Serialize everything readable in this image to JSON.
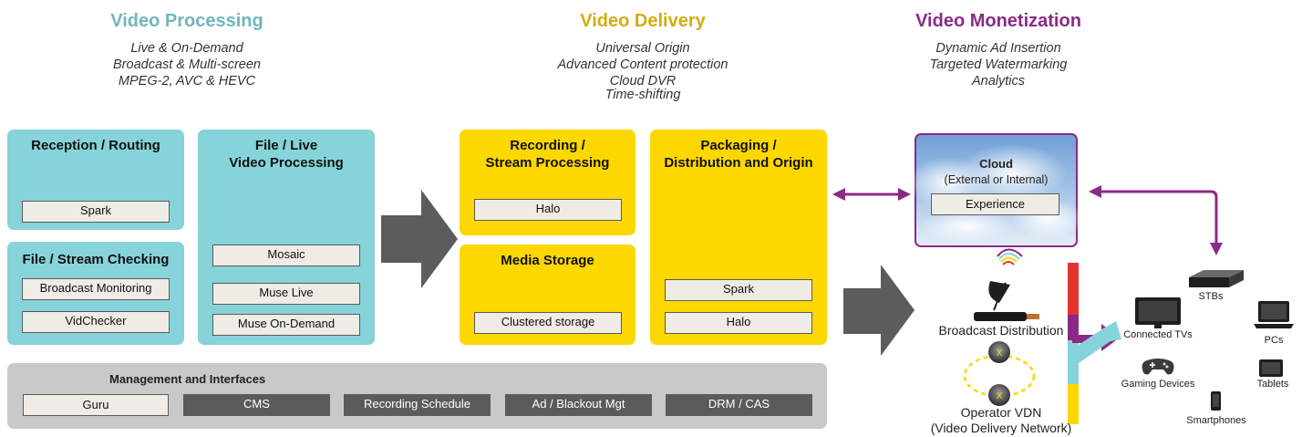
{
  "sections": {
    "processing": {
      "title": "Video Processing",
      "color": "#6fb6bd",
      "lines": [
        "Live & On-Demand",
        "Broadcast & Multi-screen",
        "MPEG-2, AVC & HEVC"
      ]
    },
    "delivery": {
      "title": "Video Delivery",
      "color": "#d4ac0d",
      "lines": [
        "Universal Origin",
        "Advanced Content protection",
        "Cloud DVR",
        "Time-shifting"
      ]
    },
    "monetization": {
      "title": "Video Monetization",
      "color": "#8b2a86",
      "lines": [
        "Dynamic Ad Insertion",
        "Targeted Watermarking",
        "Analytics"
      ]
    }
  },
  "panels": {
    "reception": {
      "title": "Reception / Routing",
      "items": [
        "Spark"
      ]
    },
    "file_stream": {
      "title": "File / Stream Checking",
      "items": [
        "Broadcast Monitoring",
        "VidChecker"
      ]
    },
    "file_live": {
      "title_lines": [
        "File / Live",
        "Video Processing"
      ],
      "items": [
        "Mosaic",
        "Muse Live",
        "Muse On-Demand"
      ]
    },
    "recording": {
      "title_lines": [
        "Recording /",
        "Stream Processing"
      ],
      "items": [
        "Halo"
      ]
    },
    "media_storage": {
      "title": "Media Storage",
      "items": [
        "Clustered storage"
      ]
    },
    "packaging": {
      "title_lines": [
        "Packaging /",
        "Distribution and Origin"
      ],
      "items": [
        "Spark",
        "Halo"
      ]
    }
  },
  "management": {
    "title": "Management and  Interfaces",
    "items": [
      "Guru",
      "CMS",
      "Recording Schedule",
      "Ad / Blackout Mgt",
      "DRM / CAS"
    ]
  },
  "cloud": {
    "title": "Cloud",
    "subtitle": "(External or Internal)",
    "item": "Experience"
  },
  "distribution": {
    "broadcast": "Broadcast Distribution",
    "operator_line1": "Operator VDN",
    "operator_line2": "(Video Delivery Network)"
  },
  "devices": {
    "stbs": "STBs",
    "connected_tvs": "Connected TVs",
    "pcs": "PCs",
    "gaming": "Gaming Devices",
    "tablets": "Tablets",
    "smartphones": "Smartphones"
  },
  "colors": {
    "teal": "#86d3d9",
    "yellow": "#fcd700",
    "purple": "#8b2a86",
    "arrow_gray": "#5c5c5c",
    "bar_red": "#e2342d",
    "bar_purple": "#8b2a86",
    "bar_cyan": "#86d3d9",
    "bar_yellow": "#fcd700"
  }
}
